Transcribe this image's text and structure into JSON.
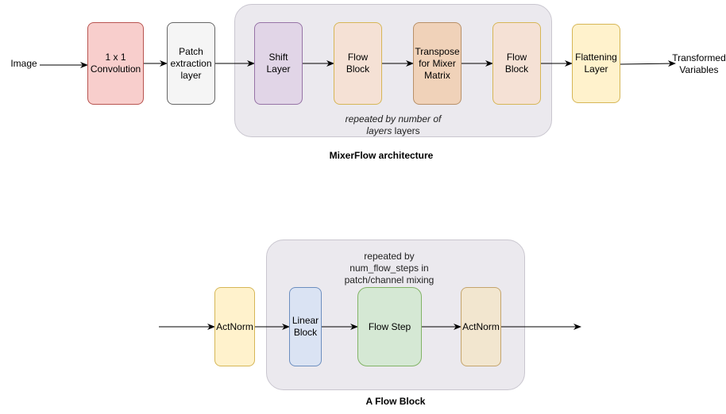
{
  "mixerflow": {
    "input_label": "Image",
    "output_label": "Transformed Variables",
    "conv": "1 x 1 Convolution",
    "patch": "Patch extraction layer",
    "shift": "Shift Layer",
    "flow_block_1": "Flow Block",
    "transpose": "Transpose for Mixer Matrix",
    "flow_block_2": "Flow Block",
    "flatten": "Flattening Layer",
    "repeat_note_italic": "repeated by number of layers",
    "repeat_note_plain": " layers",
    "title": "MixerFlow architecture"
  },
  "flow_block": {
    "actnorm_in": "ActNorm",
    "linear": "Linear Block",
    "flow_step": "Flow Step",
    "actnorm_out": "ActNorm",
    "repeat_note": "repeated by num_flow_steps in patch/channel mixing",
    "title": "A Flow Block"
  },
  "colors": {
    "conv": "#f8cecc",
    "patch": "#f5f5f5",
    "shift": "#e1d5e7",
    "flow_block": "#f5e1d5",
    "transpose": "#f0d2b9",
    "flatten": "#fff2cc",
    "linear": "#dae3f3",
    "flow_step": "#d5e8d4",
    "group": "#ebe9ee"
  }
}
